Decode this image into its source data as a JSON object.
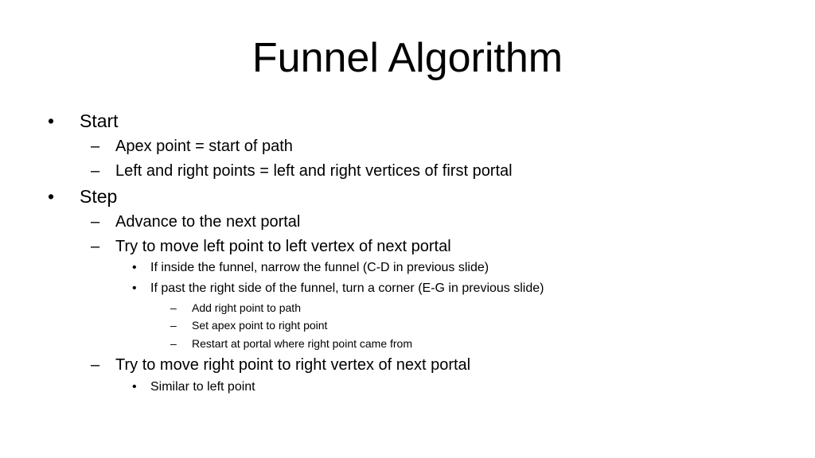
{
  "slide": {
    "title": "Funnel Algorithm",
    "items": [
      {
        "marker": "•",
        "text": "Start"
      },
      {
        "marker": "–",
        "text": "Apex point = start of path"
      },
      {
        "marker": "–",
        "text": "Left and right points = left and right vertices of first portal"
      },
      {
        "marker": "•",
        "text": "Step"
      },
      {
        "marker": "–",
        "text": "Advance to the next portal"
      },
      {
        "marker": "–",
        "text": "Try to move left point to left vertex of next portal"
      },
      {
        "marker": "•",
        "text": "If inside the funnel, narrow the funnel (C-D in previous slide)"
      },
      {
        "marker": "•",
        "text": "If past the right side of the funnel, turn a corner (E-G in previous slide)"
      },
      {
        "marker": "–",
        "text": "Add right point to path"
      },
      {
        "marker": "–",
        "text": "Set apex point to right point"
      },
      {
        "marker": "–",
        "text": "Restart at portal where right point came from"
      },
      {
        "marker": "–",
        "text": "Try to move right point to right vertex of next portal"
      },
      {
        "marker": "•",
        "text": "Similar to left point"
      }
    ]
  }
}
